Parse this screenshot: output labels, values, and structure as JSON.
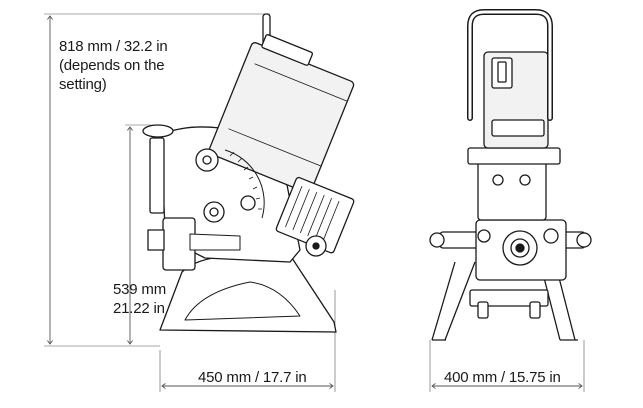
{
  "dimensions": {
    "total_height": {
      "line1": "818 mm / 32.2 in",
      "line2": "(depends on the",
      "line3": "setting)"
    },
    "base_height": {
      "line1": "539 mm",
      "line2": "21.22 in"
    },
    "side_width": "450 mm / 17.7 in",
    "front_width": "400 mm / 15.75 in"
  },
  "colors": {
    "line": "#1a1a1a",
    "dimension_line": "#555555",
    "motor_fill": "#f2f2f2",
    "background": "#ffffff"
  }
}
